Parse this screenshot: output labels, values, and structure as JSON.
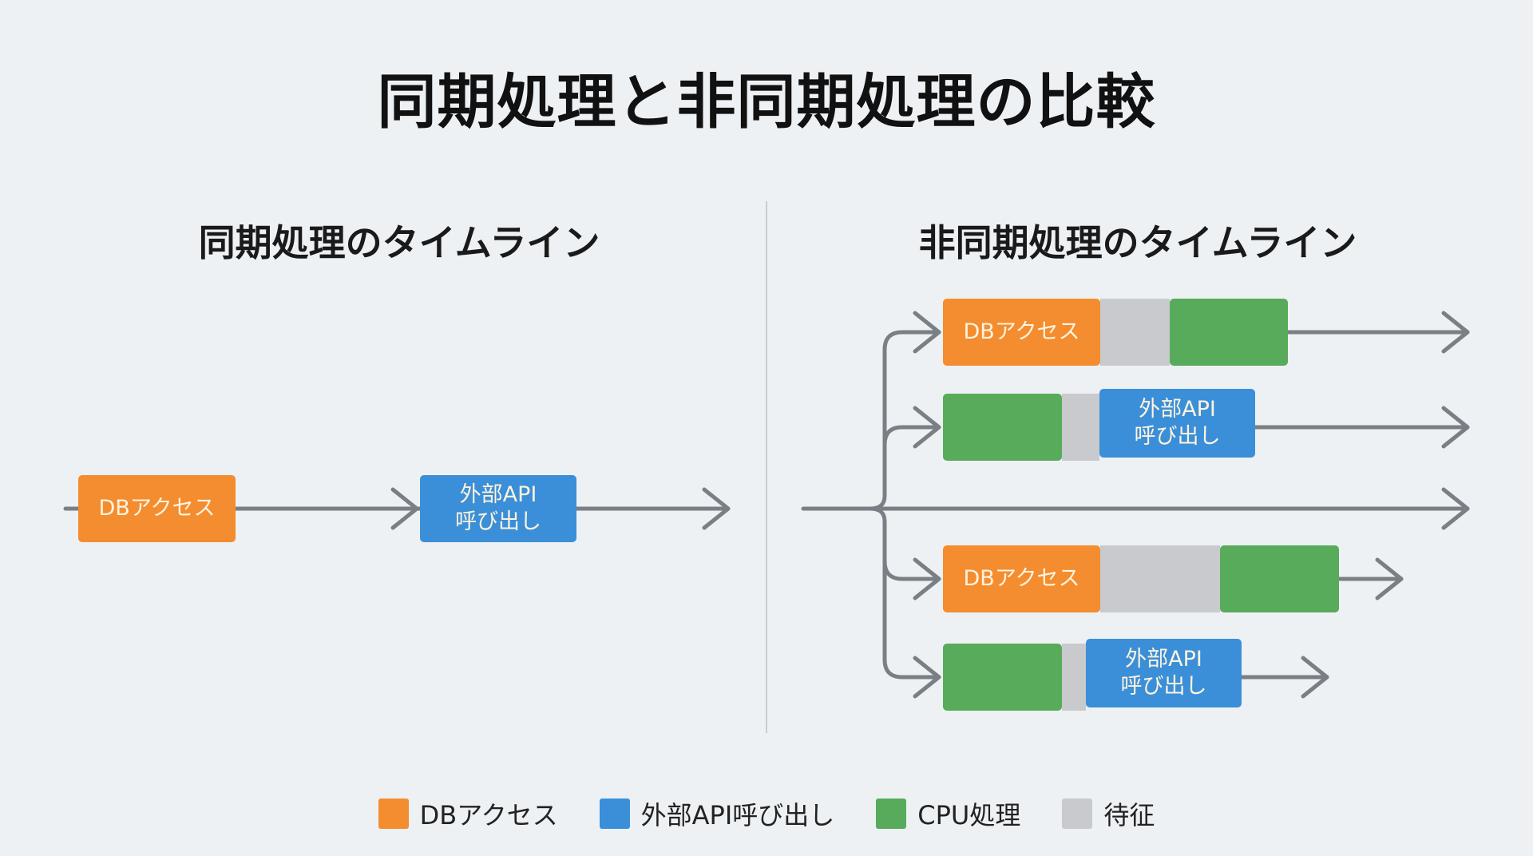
{
  "title": "同期処理と非同期処理の比較",
  "colors": {
    "db": "#f38d2f",
    "api": "#3a8fd8",
    "cpu": "#57ab5a",
    "wait": "#c8cacd",
    "line": "#7a7f85"
  },
  "sync": {
    "title": "同期処理のタイムライン",
    "blocks": [
      {
        "type": "db",
        "label": "DBアクセス"
      },
      {
        "type": "api",
        "label": "外部API\n呼び出し"
      }
    ]
  },
  "async": {
    "title": "非同期処理のタイムライン",
    "rows": [
      {
        "segments": [
          {
            "type": "db",
            "label": "DBアクセス"
          },
          {
            "type": "wait",
            "label": ""
          },
          {
            "type": "cpu",
            "label": ""
          }
        ]
      },
      {
        "segments": [
          {
            "type": "cpu",
            "label": ""
          },
          {
            "type": "wait",
            "label": ""
          },
          {
            "type": "api",
            "label": "外部API\n呼び出し"
          }
        ]
      },
      {
        "segments": []
      },
      {
        "segments": [
          {
            "type": "db",
            "label": "DBアクセス"
          },
          {
            "type": "wait",
            "label": ""
          },
          {
            "type": "cpu",
            "label": ""
          }
        ]
      },
      {
        "segments": [
          {
            "type": "cpu",
            "label": ""
          },
          {
            "type": "wait",
            "label": ""
          },
          {
            "type": "api",
            "label": "外部API\n呼び出し"
          }
        ]
      }
    ]
  },
  "legend": [
    {
      "type": "db",
      "label": "DBアクセス"
    },
    {
      "type": "api",
      "label": "外部API呼び出し"
    },
    {
      "type": "cpu",
      "label": "CPU処理"
    },
    {
      "type": "wait",
      "label": "待征"
    }
  ]
}
